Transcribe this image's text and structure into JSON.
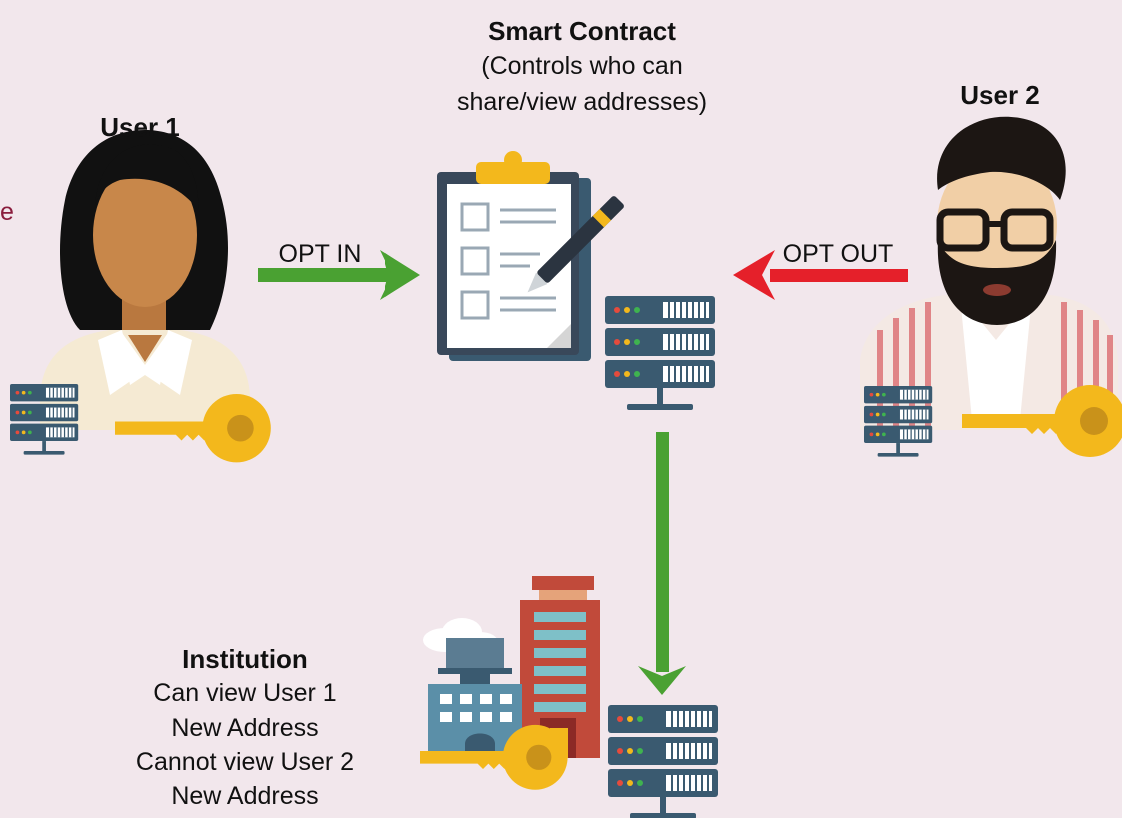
{
  "smart_contract": {
    "title": "Smart Contract",
    "subtitle_line1": "(Controls who can",
    "subtitle_line2": "share/view addresses)"
  },
  "user1": {
    "label": "User 1",
    "action": "OPT IN"
  },
  "user2": {
    "label": "User 2",
    "action": "OPT OUT"
  },
  "institution": {
    "title": "Institution",
    "line1": "Can view User 1",
    "line2": "New Address",
    "line3": "Cannot view User 2",
    "line4": "New Address"
  },
  "edge_fragment": "e",
  "colors": {
    "background": "#f2e7ec",
    "opt_in_arrow": "#4aa132",
    "opt_out_arrow": "#e5202a",
    "key": "#f3b81c",
    "server": "#3a5a70"
  }
}
